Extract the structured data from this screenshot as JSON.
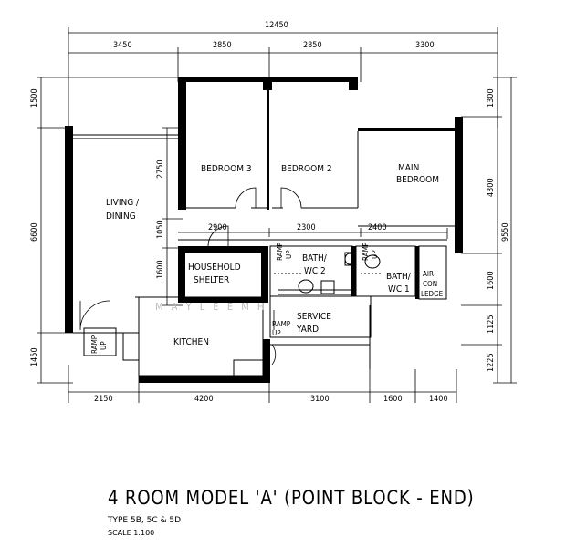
{
  "dimensions": {
    "top_overall": "12450",
    "top": [
      "3450",
      "2850",
      "2850",
      "3300"
    ],
    "bottom": [
      "2150",
      "4200",
      "3100",
      "1600",
      "1400"
    ],
    "left_outer": [
      "1500",
      "6600",
      "1450"
    ],
    "left_inner": [
      "2750",
      "1050",
      "1600"
    ],
    "right_inner": [
      "1300",
      "4300",
      "1600",
      "1125",
      "1225"
    ],
    "right_overall": "9550",
    "corridor": [
      "2900",
      "2300",
      "2400"
    ]
  },
  "rooms": {
    "bedroom3": "BEDROOM 3",
    "bedroom2": "BEDROOM 2",
    "main_bedroom_1": "MAIN",
    "main_bedroom_2": "BEDROOM",
    "living_1": "LIVING /",
    "living_2": "DINING",
    "shelter_1": "HOUSEHOLD",
    "shelter_2": "SHELTER",
    "bath2_1": "BATH/",
    "bath2_2": "WC 2",
    "bath1_1": "BATH/",
    "bath1_2": "WC 1",
    "aircon_1": "AIR-",
    "aircon_2": "CON",
    "aircon_3": "LEDGE",
    "service_1": "SERVICE",
    "service_2": "YARD",
    "kitchen": "KITCHEN",
    "ramp_up": "RAMP UP",
    "ramp_up_2": "RAMP UP",
    "ramp_dn": "RAMP UP",
    "ramp_small_a": "RAMP",
    "ramp_small_b": "UP"
  },
  "watermark": "M A Y   L E E   M H",
  "title": "4 ROOM MODEL 'A' (POINT BLOCK - END)",
  "type_text": "TYPE 5B, 5C & 5D",
  "scale_text": "SCALE  1:100"
}
